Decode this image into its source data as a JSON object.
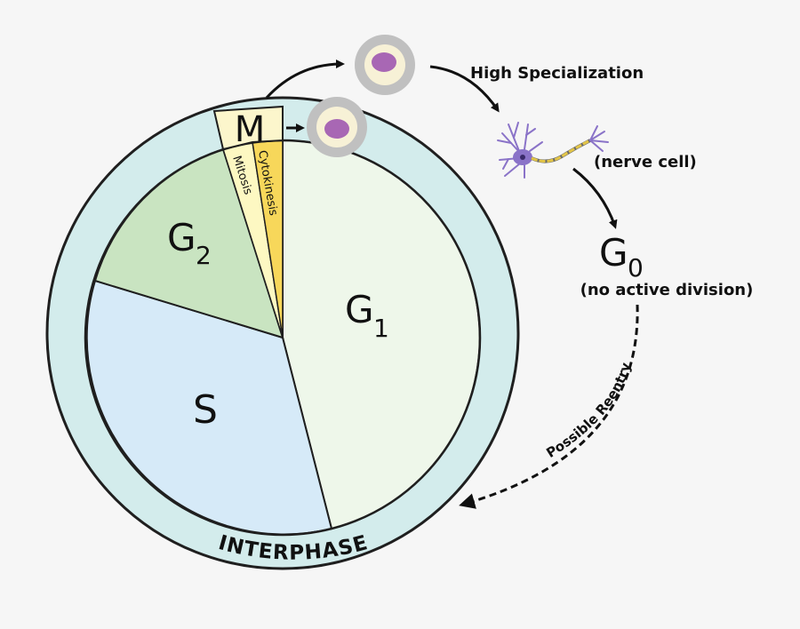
{
  "diagram": {
    "phases": {
      "g1": {
        "letter": "G",
        "subscript": "1"
      },
      "g2": {
        "letter": "G",
        "subscript": "2"
      },
      "s": {
        "label": "S"
      },
      "m": {
        "label": "M"
      },
      "mitosis": "Mitosis",
      "cytokinesis": "Cytokinesis"
    },
    "ring_label": "INTERPHASE",
    "high_specialization": "High Specialization",
    "nerve_cell": "(nerve cell)",
    "g0": {
      "letter": "G",
      "subscript": "0"
    },
    "no_active_division": "(no active division)",
    "possible_reentry": "Possible Reentry"
  },
  "colors": {
    "background": "#f6f6f6",
    "ring": "#d3ecec",
    "g1": "#eef7ea",
    "g2": "#c9e4c1",
    "s": "#d6eaf8",
    "mitosis": "#fdf8c2",
    "cytokinesis": "#f7d75a",
    "m_box": "#fcf6cc",
    "cell_outer": "#c0c0c0",
    "cell_inner": "#f7f1d6",
    "nucleus": "#a867b4",
    "neuron_body": "#8a73c8",
    "axon": "#e3c547"
  }
}
